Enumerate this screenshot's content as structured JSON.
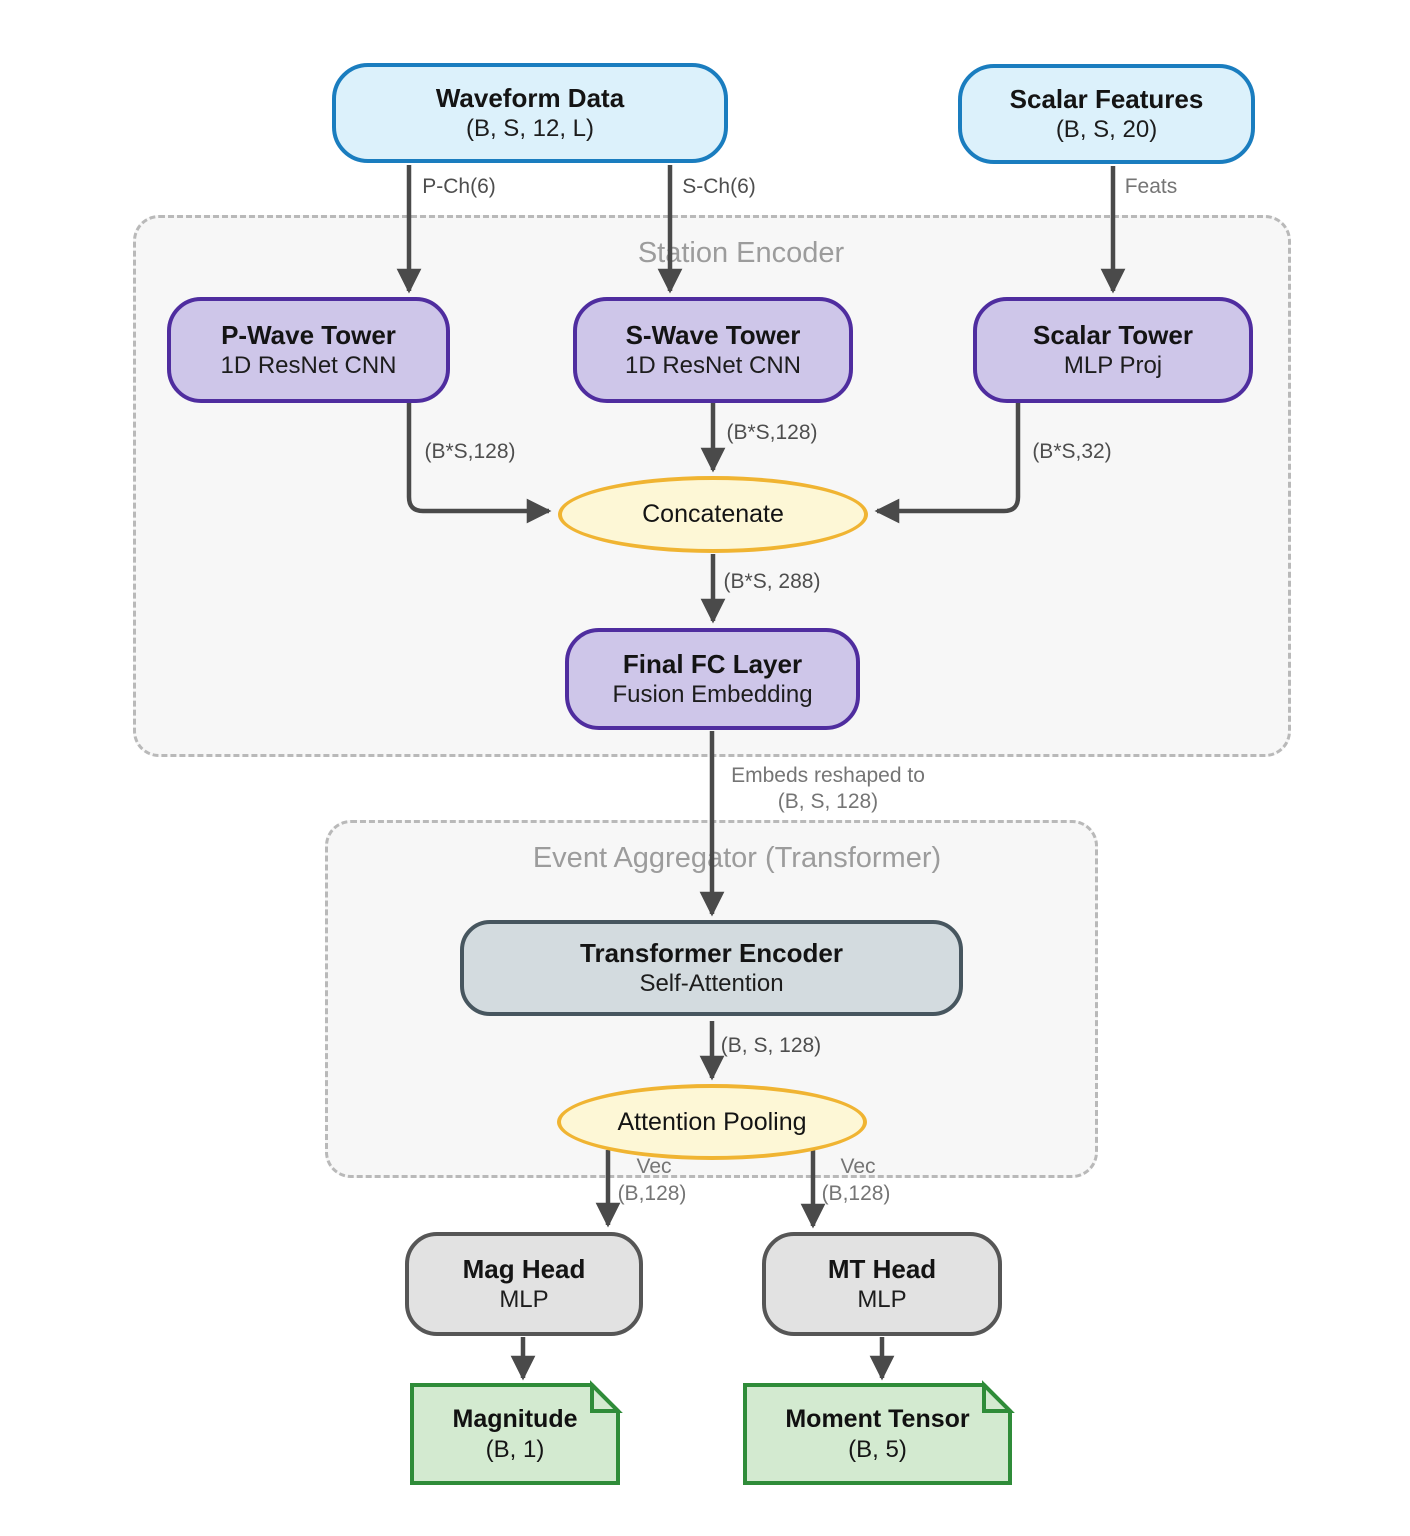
{
  "diagram": {
    "nodes": {
      "waveform_data": {
        "title": "Waveform Data",
        "subtitle": "(B, S, 12, L)"
      },
      "scalar_features": {
        "title": "Scalar Features",
        "subtitle": "(B, S, 20)"
      },
      "p_wave_tower": {
        "title": "P-Wave Tower",
        "subtitle": "1D ResNet CNN"
      },
      "s_wave_tower": {
        "title": "S-Wave Tower",
        "subtitle": "1D ResNet CNN"
      },
      "scalar_tower": {
        "title": "Scalar Tower",
        "subtitle": "MLP Proj"
      },
      "concatenate": {
        "title": "Concatenate"
      },
      "final_fc": {
        "title": "Final FC Layer",
        "subtitle": "Fusion Embedding"
      },
      "transformer_encoder": {
        "title": "Transformer Encoder",
        "subtitle": "Self-Attention"
      },
      "attention_pooling": {
        "title": "Attention Pooling"
      },
      "mag_head": {
        "title": "Mag Head",
        "subtitle": "MLP"
      },
      "mt_head": {
        "title": "MT Head",
        "subtitle": "MLP"
      },
      "magnitude_output": {
        "title": "Magnitude",
        "subtitle": "(B, 1)"
      },
      "moment_tensor_output": {
        "title": "Moment Tensor",
        "subtitle": "(B, 5)"
      }
    },
    "groups": {
      "station_encoder": {
        "label": "Station Encoder"
      },
      "event_aggregator": {
        "label": "Event Aggregator (Transformer)"
      }
    },
    "edge_labels": {
      "p_ch": "P-Ch(6)",
      "s_ch": "S-Ch(6)",
      "feats": "Feats",
      "p_out": "(B*S,128)",
      "s_out": "(B*S,128)",
      "scalar_out": "(B*S,32)",
      "concat_out": "(B*S, 288)",
      "embeds_line1": "Embeds reshaped to",
      "embeds_line2": "(B, S, 128)",
      "transformer_out": "(B, S, 128)",
      "vec_left_line1": "Vec",
      "vec_left_line2": "(B,128)",
      "vec_right_line1": "Vec",
      "vec_right_line2": "(B,128)"
    },
    "colors": {
      "input_fill": "#dcf1fb",
      "input_border": "#1a7dbf",
      "tower_fill": "#cec6e9",
      "tower_border": "#4f2d9f",
      "op_fill": "#fdf7d6",
      "op_border": "#f0b432",
      "transformer_fill": "#d3dbdf",
      "transformer_border": "#47565f",
      "head_fill": "#e2e2e2",
      "head_border": "#565656",
      "output_fill": "#d3ead0",
      "output_border": "#2f8c39",
      "group_fill": "#f7f7f7",
      "group_border": "#b9b9b9",
      "edge": "#4a4a4a"
    }
  }
}
